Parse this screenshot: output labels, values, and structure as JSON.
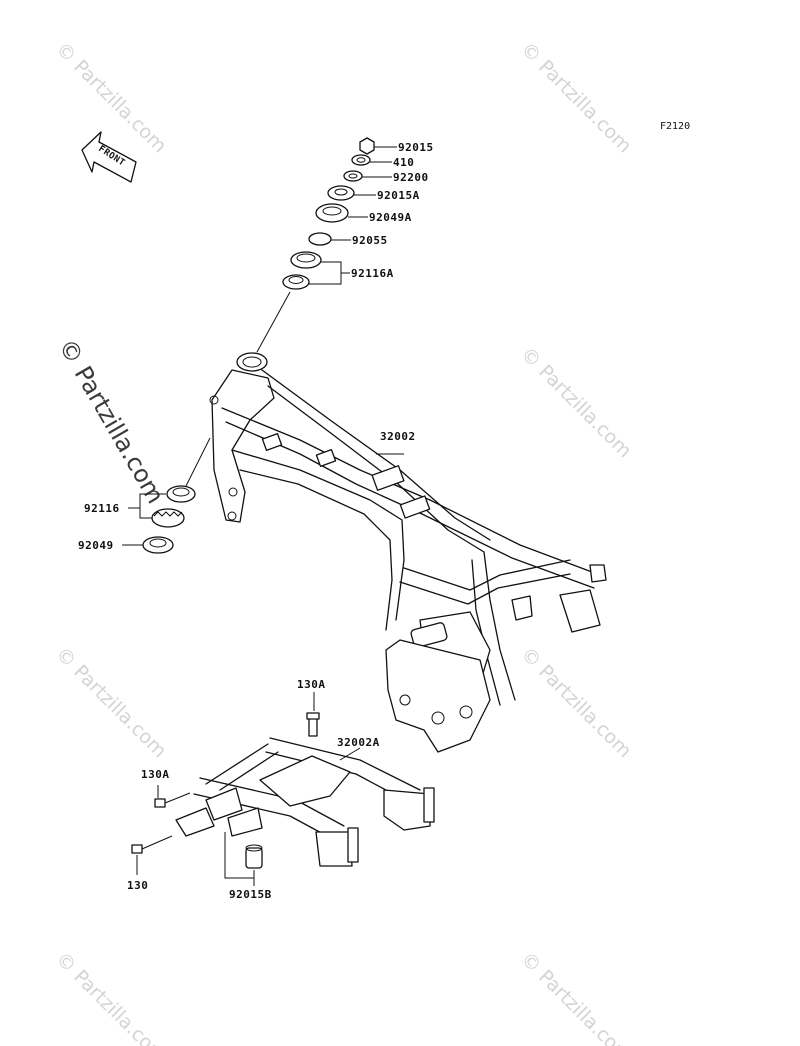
{
  "figure_code": "F2120",
  "front_arrow_label": "FRONT",
  "watermark": {
    "text": "© Partzilla.com",
    "side_text": "© Partzilla.com"
  },
  "callouts": {
    "p92015": "92015",
    "p410": "410",
    "p92200": "92200",
    "p92015A": "92015A",
    "p92049A": "92049A",
    "p92055": "92055",
    "p92116A": "92116A",
    "p32002": "32002",
    "p92116": "92116",
    "p92049": "92049",
    "p130A_top": "130A",
    "p32002A": "32002A",
    "p130A_left": "130A",
    "p130": "130",
    "p92015B": "92015B"
  }
}
